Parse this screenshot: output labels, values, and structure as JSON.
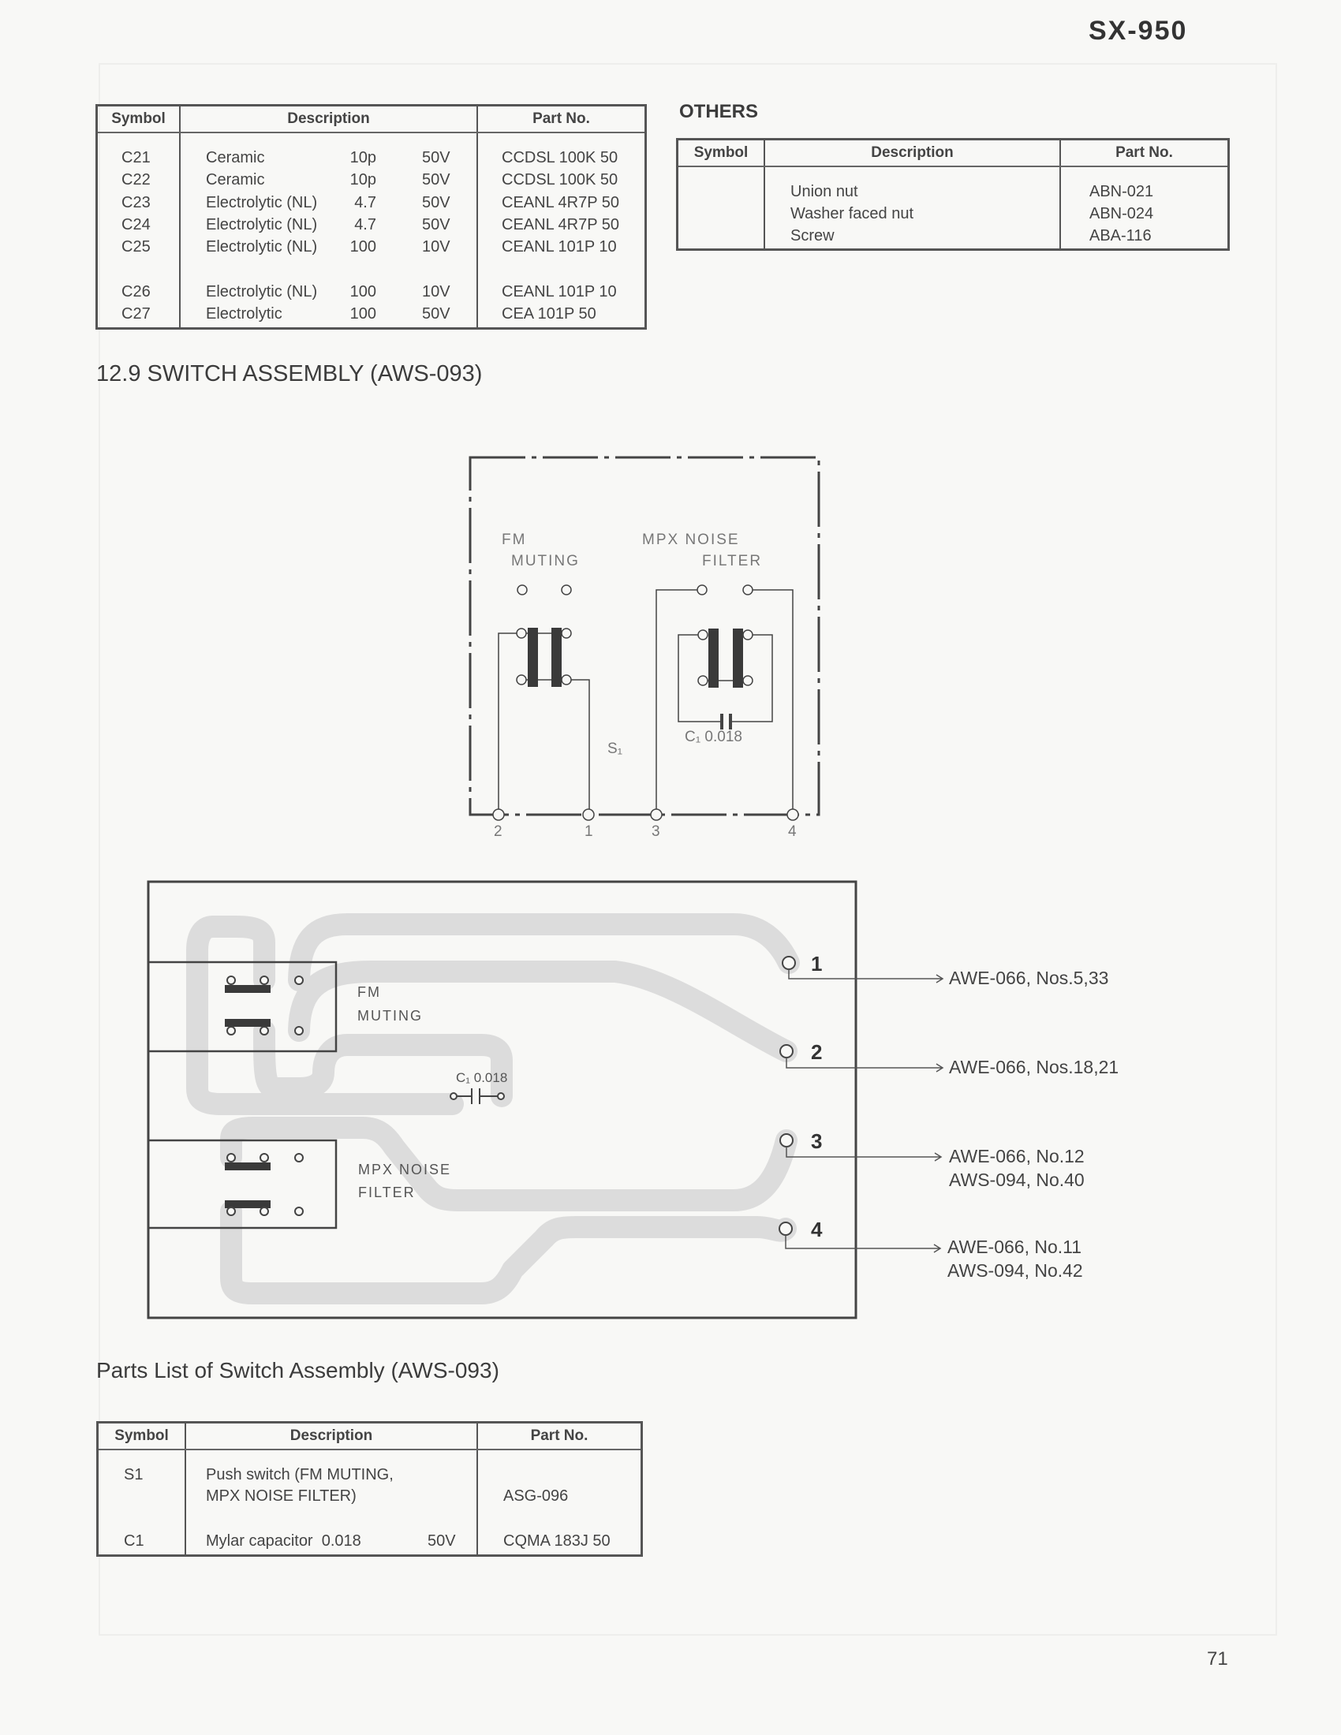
{
  "header": {
    "model": "SX-950",
    "page_number": "71"
  },
  "capacitor_table": {
    "headers": [
      "Symbol",
      "Description",
      "Part No."
    ],
    "rows": [
      {
        "symbol": "C21",
        "type": "Ceramic",
        "value": "10p",
        "voltage": "50V",
        "part_no": "CCDSL 100K 50"
      },
      {
        "symbol": "C22",
        "type": "Ceramic",
        "value": "10p",
        "voltage": "50V",
        "part_no": "CCDSL 100K 50"
      },
      {
        "symbol": "C23",
        "type": "Electrolytic (NL)",
        "value": "4.7",
        "voltage": "50V",
        "part_no": "CEANL 4R7P 50"
      },
      {
        "symbol": "C24",
        "type": "Electrolytic (NL)",
        "value": "4.7",
        "voltage": "50V",
        "part_no": "CEANL 4R7P 50"
      },
      {
        "symbol": "C25",
        "type": "Electrolytic (NL)",
        "value": "100",
        "voltage": "10V",
        "part_no": "CEANL 101P 10"
      },
      {
        "symbol": "C26",
        "type": "Electrolytic (NL)",
        "value": "100",
        "voltage": "10V",
        "part_no": "CEANL 101P 10"
      },
      {
        "symbol": "C27",
        "type": "Electrolytic",
        "value": "100",
        "voltage": "50V",
        "part_no": "CEA 101P 50"
      }
    ]
  },
  "others": {
    "title": "OTHERS",
    "headers": [
      "Symbol",
      "Description",
      "Part No."
    ],
    "rows": [
      {
        "description": "Union nut",
        "part_no": "ABN-021"
      },
      {
        "description": "Washer faced nut",
        "part_no": "ABN-024"
      },
      {
        "description": "Screw",
        "part_no": "ABA-116"
      }
    ]
  },
  "section_title": "12.9  SWITCH ASSEMBLY (AWS-093)",
  "schematic": {
    "fm_label_1": "FM",
    "fm_label_2": "MUTING",
    "mpx_label_1": "MPX NOISE",
    "mpx_label_2": "FILTER",
    "cap_label": "C₁ 0.018",
    "switch_label": "S₁",
    "terminals": [
      "2",
      "1",
      "3",
      "4"
    ]
  },
  "pcb": {
    "fm_label_1": "FM",
    "fm_label_2": "MUTING",
    "mpx_label_1": "MPX NOISE",
    "mpx_label_2": "FILTER",
    "cap_label": "C₁ 0.018",
    "terminals": [
      "1",
      "2",
      "3",
      "4"
    ],
    "connections": [
      {
        "line1": "AWE-066, Nos.5,33"
      },
      {
        "line1": "AWE-066, Nos.18,21"
      },
      {
        "line1": "AWE-066, No.12",
        "line2": "AWS-094, No.40"
      },
      {
        "line1": "AWE-066, No.11",
        "line2": "AWS-094, No.42"
      }
    ]
  },
  "parts_list": {
    "title": "Parts List of Switch Assembly (AWS-093)",
    "headers": [
      "Symbol",
      "Description",
      "Part No."
    ],
    "rows": [
      {
        "symbol": "S1",
        "desc_line1": "Push switch (FM MUTING,",
        "desc_line2": "MPX NOISE FILTER)",
        "part_no": "ASG-096"
      },
      {
        "symbol": "C1",
        "desc_line1": "Mylar capacitor  0.018",
        "voltage": "50V",
        "part_no": "CQMA 183J 50"
      }
    ]
  }
}
